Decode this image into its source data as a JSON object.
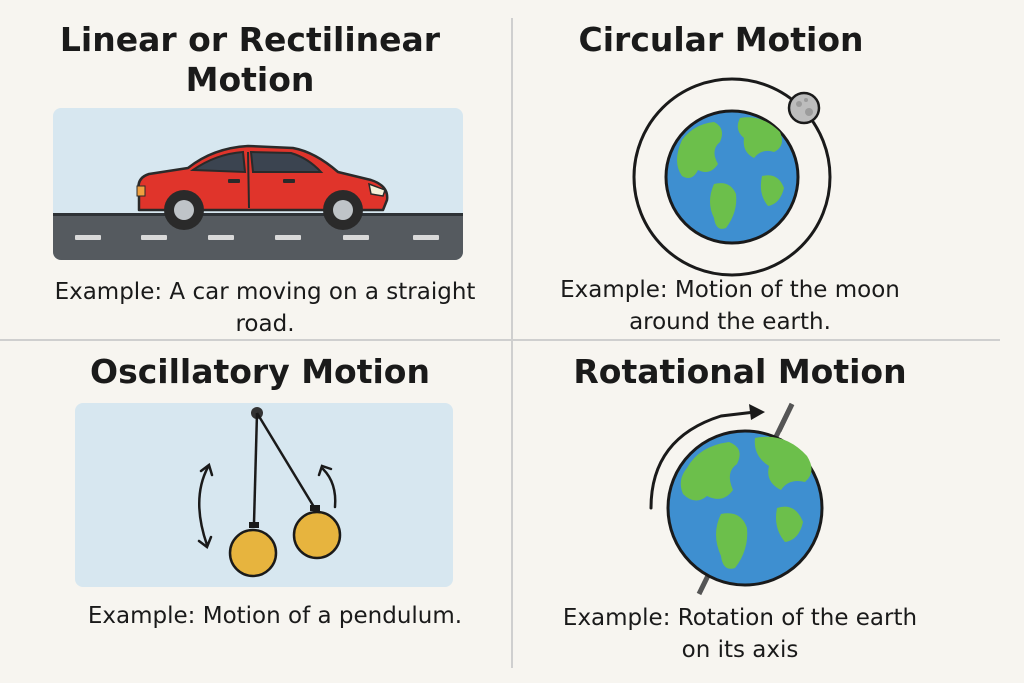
{
  "quadrants": {
    "linear": {
      "title_line1": "Linear or Rectilinear",
      "title_line2": "Motion",
      "caption_line1": "Example: A car moving on a straight",
      "caption_line2": "road."
    },
    "circular": {
      "title": "Circular Motion",
      "caption_line1": "Example: Motion of the moon",
      "caption_line2": "around the earth."
    },
    "oscillatory": {
      "title": "Oscillatory Motion",
      "caption": "Example: Motion of a pendulum."
    },
    "rotational": {
      "title": "Rotational Motion",
      "caption_line1": "Example: Rotation of the earth",
      "caption_line2": "on its axis"
    }
  },
  "colors": {
    "car": "#e0342b",
    "road": "#555a5f",
    "panel": "#d7e7f0",
    "ocean": "#3e8fd0",
    "land": "#6cbf4b",
    "bob": "#e7b43e",
    "moon": "#bdbdbd"
  }
}
